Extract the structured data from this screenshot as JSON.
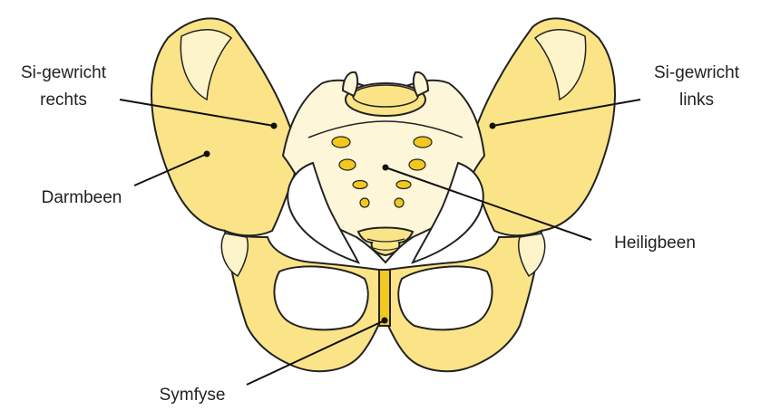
{
  "labels": {
    "si_right_line1": "Si-gewricht",
    "si_right_line2": "rechts",
    "si_left_line1": "Si-gewricht",
    "si_left_line2": "links",
    "darmbeen": "Darmbeen",
    "heiligbeen": "Heiligbeen",
    "symfyse": "Symfyse"
  },
  "colors": {
    "bone_fill": "#fbe487",
    "bone_light": "#fdf5c9",
    "sacrum_fill": "#fdf6d9",
    "foramen_fill": "#f2c81e",
    "outline": "#222222",
    "pointer": "#111111"
  }
}
